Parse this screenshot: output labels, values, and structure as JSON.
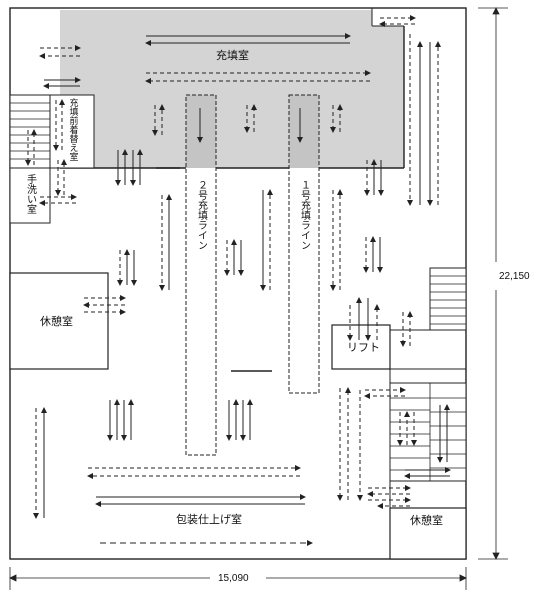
{
  "labels": {
    "filling_room": "充填室",
    "pre_fill_changing_room": "充填前着替え室",
    "washroom": "手洗い室",
    "line2": "２号充填ライン",
    "line1": "１号充填ライン",
    "rest_room_left": "休憩室",
    "lift": "リフト",
    "packaging_room": "包装仕上げ室",
    "rest_room_right": "休憩室"
  },
  "dimensions": {
    "height": "22,150",
    "width": "15,090"
  },
  "colors": {
    "gray_area": "#d4d4d4",
    "line_stroke": "#222222"
  }
}
